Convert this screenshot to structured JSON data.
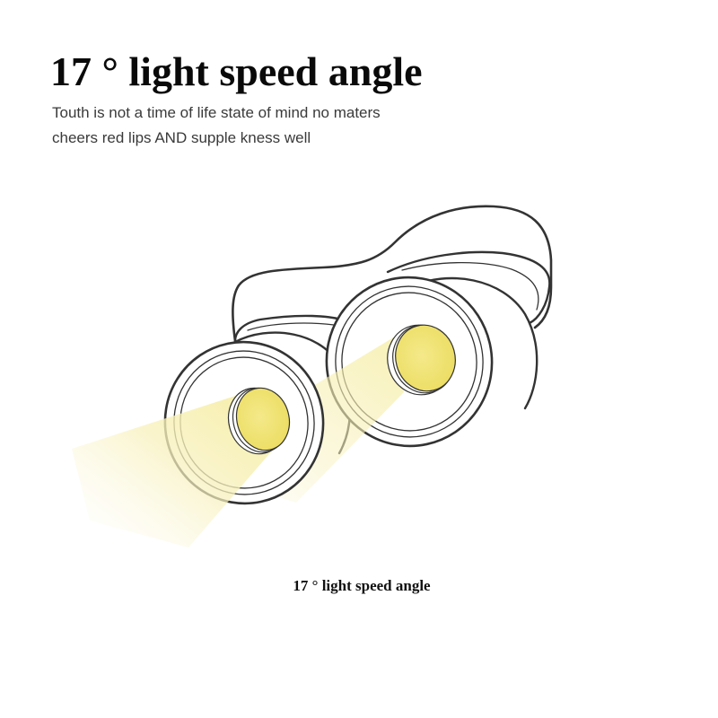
{
  "header": {
    "title": "17 ° light speed angle",
    "subtitle_line1": "Touth is not a time of life state of mind no maters",
    "subtitle_line2": "cheers red lips AND supple kness well"
  },
  "illustration": {
    "subject": "dual-head spotlight with yellow light beams",
    "colors": {
      "outline": "#333333",
      "lens": "#f2e57a",
      "lens_edge": "#e9d85a",
      "beam": "#f7f0b5",
      "body_fill": "#ffffff"
    }
  },
  "caption": {
    "text": "17 ° light speed angle"
  }
}
